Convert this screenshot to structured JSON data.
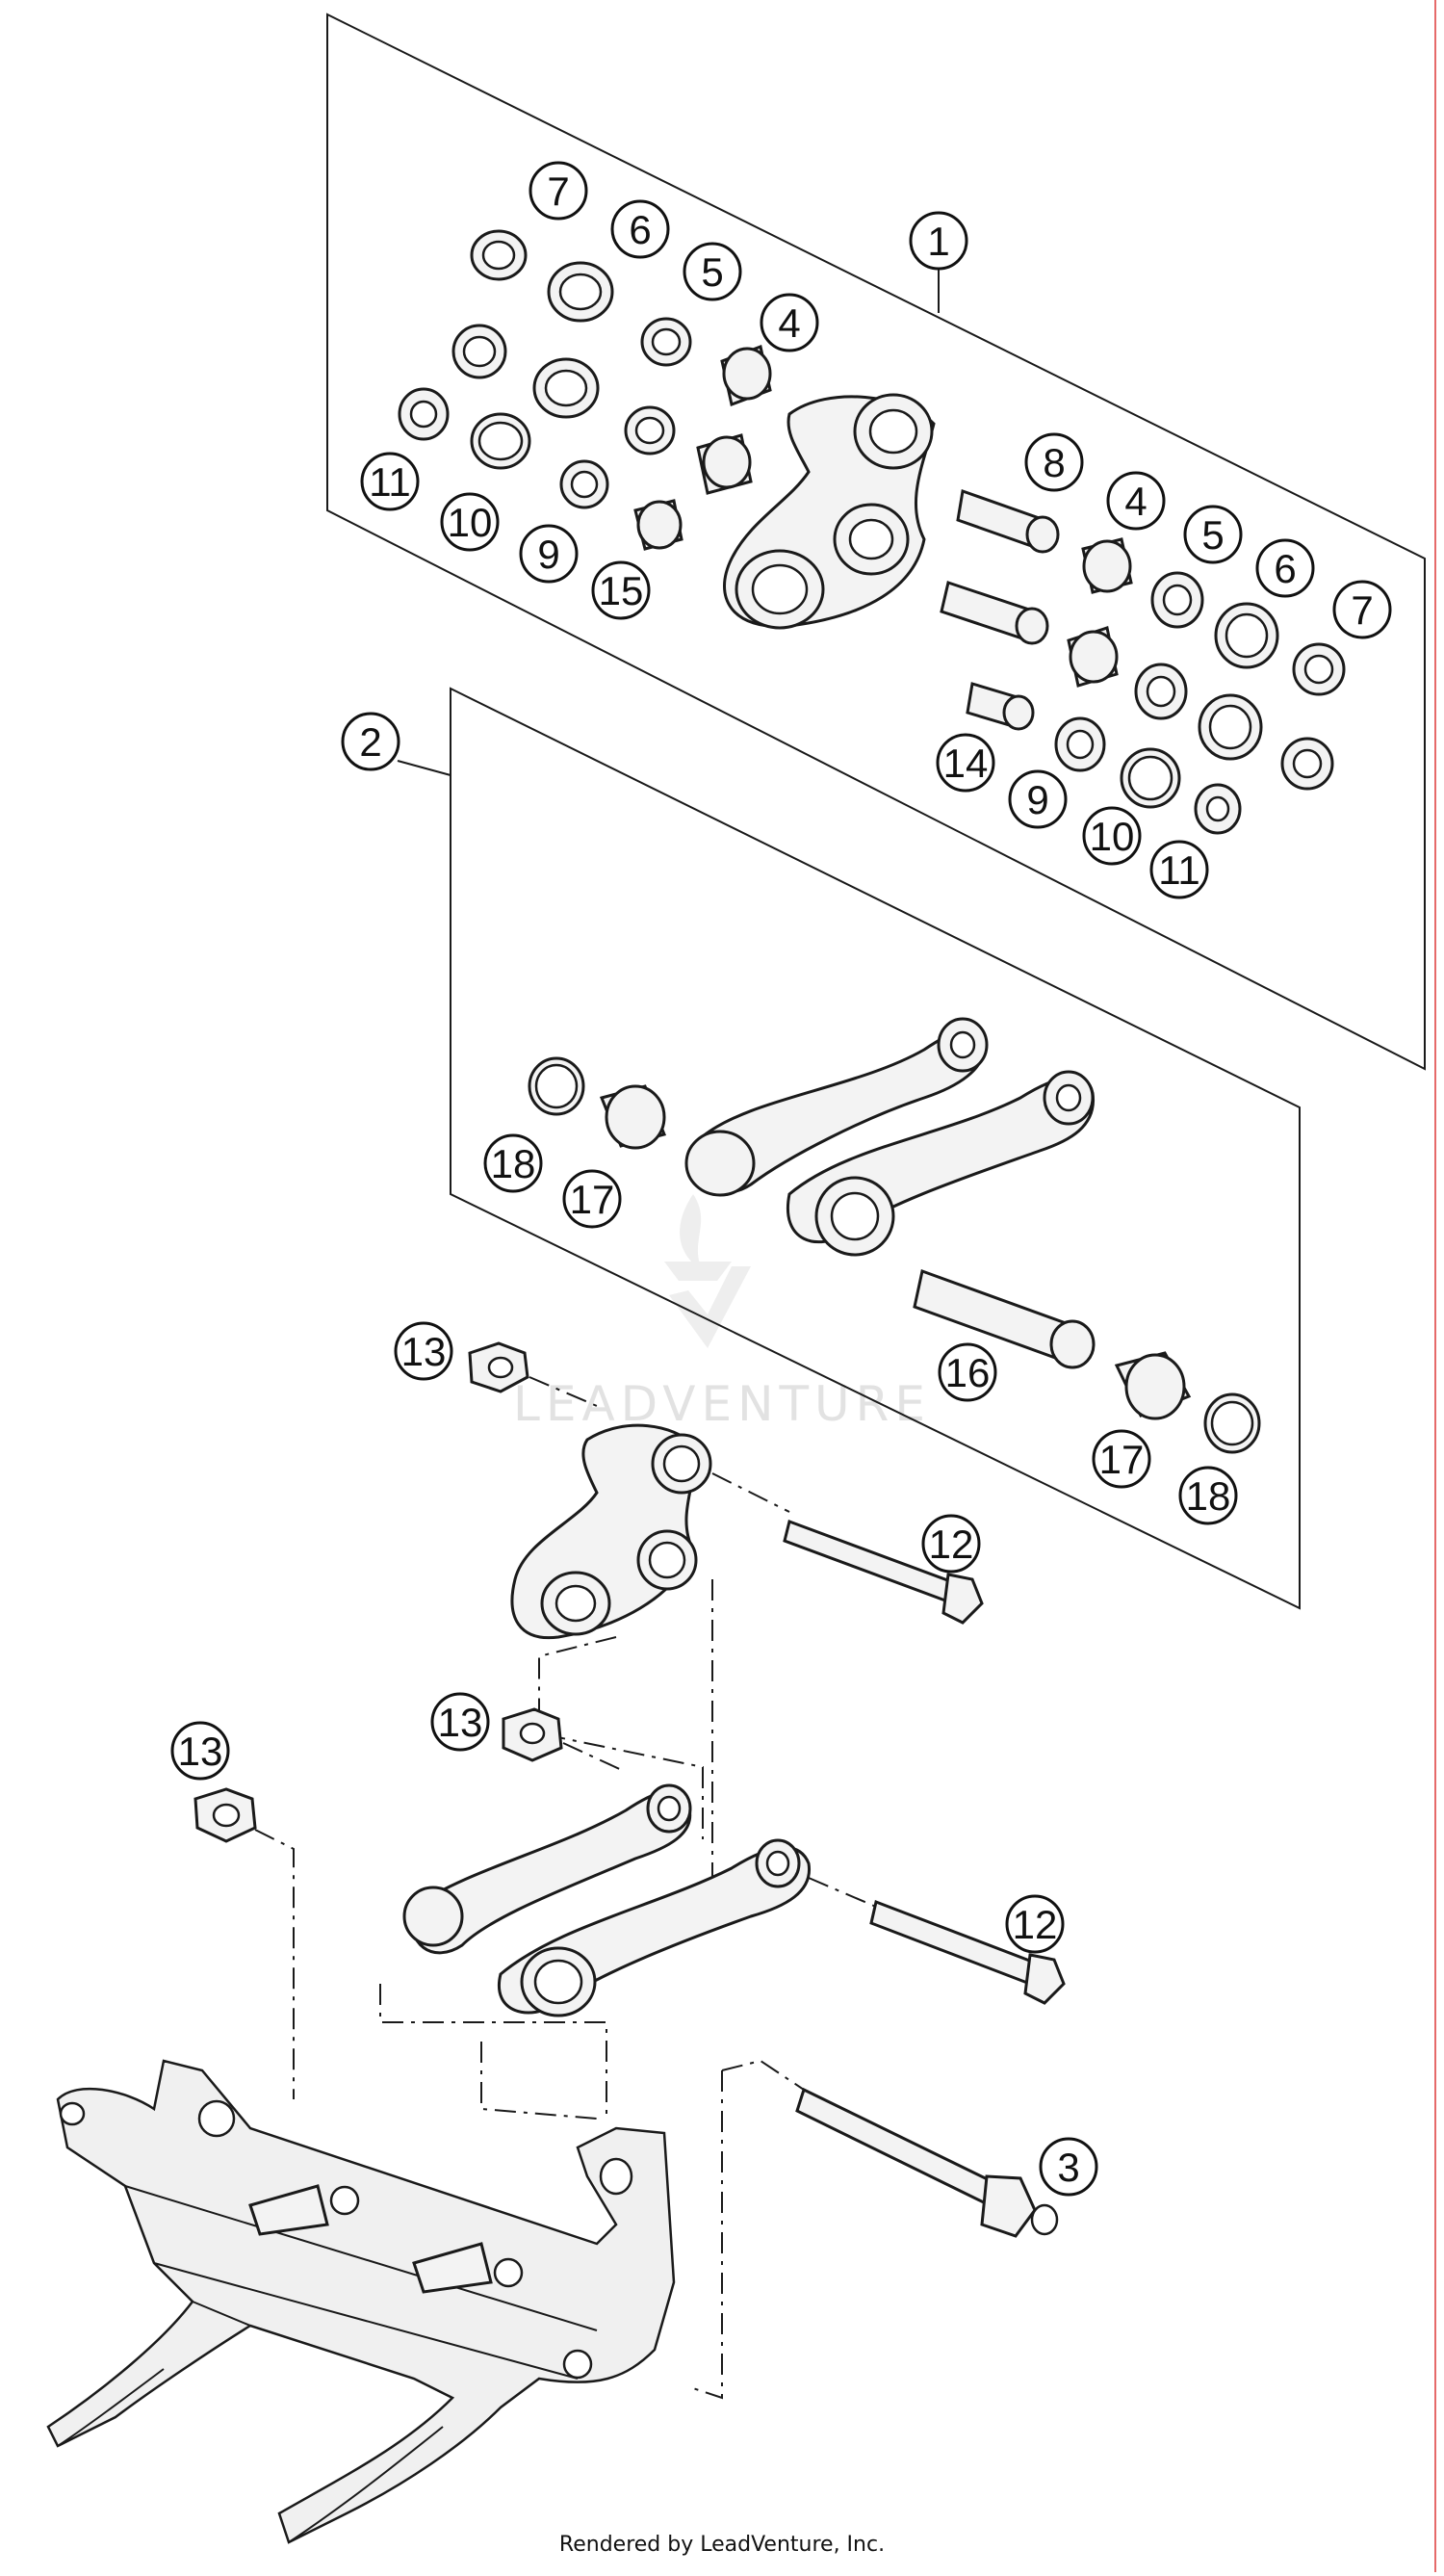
{
  "footer": {
    "text": "Rendered by LeadVenture, Inc."
  },
  "watermark": {
    "text": "LEADVENTURE"
  },
  "callouts": [
    "1",
    "2",
    "3",
    "4",
    "5",
    "6",
    "7",
    "8",
    "9",
    "10",
    "11",
    "12",
    "13",
    "14",
    "15",
    "16",
    "17",
    "18"
  ],
  "colors": {
    "line": "#1a1a1a",
    "part_fill": "#f3f3f3",
    "frame_fill": "#f0f0f0",
    "margin_line": "#e66a6a"
  }
}
